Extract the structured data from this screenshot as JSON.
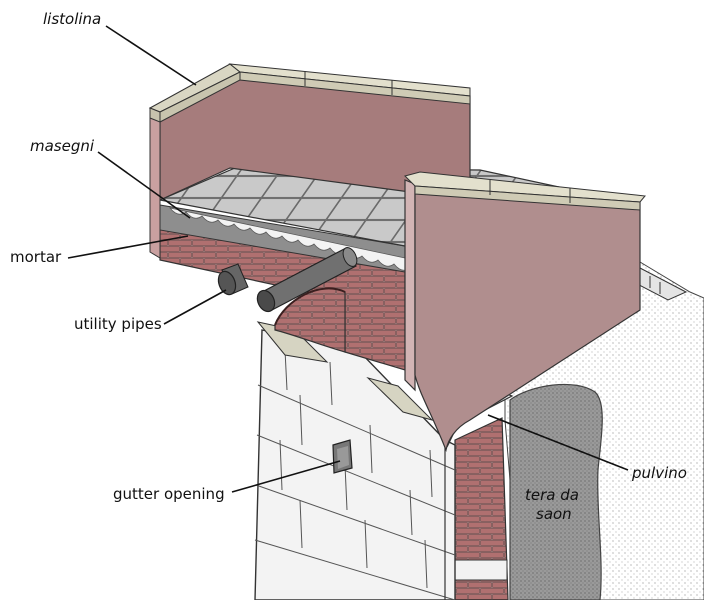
{
  "labels": {
    "listolina": "listolina",
    "masegni": "masegni",
    "mortar": "mortar",
    "utility_pipes": "utility pipes",
    "gutter_opening": "gutter opening",
    "pulvino": "pulvino",
    "tera_line1": "tera da",
    "tera_line2": "saon"
  },
  "colors": {
    "parapet": "#a67c7c",
    "parapet_light": "#b08e8e",
    "cap": "#d9d6c3",
    "paving": "#c2c2c2",
    "mortar": "#8c8c8c",
    "brick": "#a8686a",
    "stone": "#f2f2f2",
    "soil": "#9a9a9a"
  }
}
